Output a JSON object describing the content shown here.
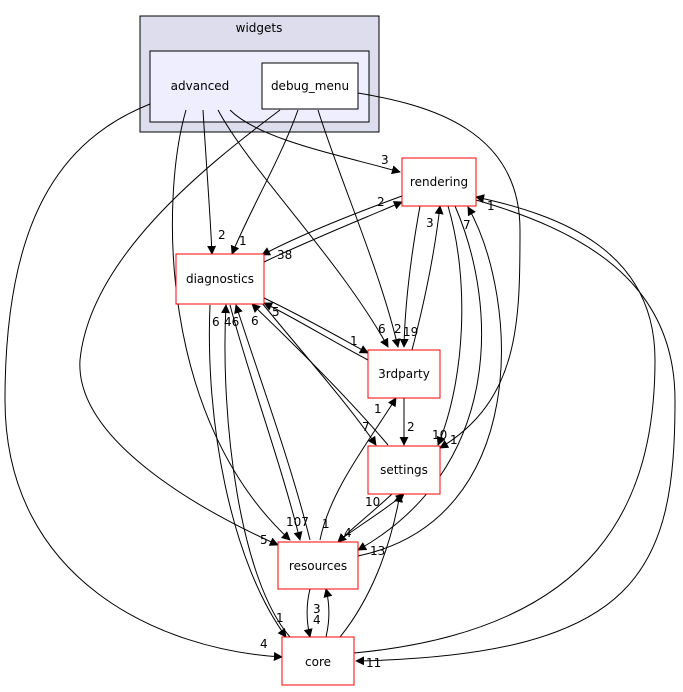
{
  "clusters": {
    "widgets": "widgets",
    "advanced": "advanced",
    "debug_menu": "debug_menu"
  },
  "nodes": {
    "rendering": "rendering",
    "diagnostics": "diagnostics",
    "thirdparty": "3rdparty",
    "settings": "settings",
    "resources": "resources",
    "core": "core"
  },
  "edges": {
    "adv_rendering": "3",
    "rendering_diag": "2",
    "adv_diag": "2",
    "dbg_diag": "1",
    "diag_rendering": "38",
    "rendering_3rd": "3",
    "rendering_res": "7",
    "core_rendering": "1",
    "diag_3rd": "1",
    "thirdparty_diag": "5",
    "thirdparty_6": "6",
    "thirdparty_2": "2",
    "thirdparty_19": "19",
    "diag_core": "6",
    "diag_res": "46",
    "settings_diag": "6",
    "res_3rd": "1",
    "diag_settings": "7",
    "thirdparty_settings": "2",
    "rendering_settings": "10",
    "dbg_settings": "1",
    "res_settings": "10",
    "settings_res": "4",
    "res_107": "107",
    "res_1": "1",
    "adv_res": "5",
    "rendering_13": "13",
    "core_res": "3",
    "res_core": "4",
    "diag_core_1": "1",
    "adv_core": "4",
    "rendering_core": "11"
  }
}
